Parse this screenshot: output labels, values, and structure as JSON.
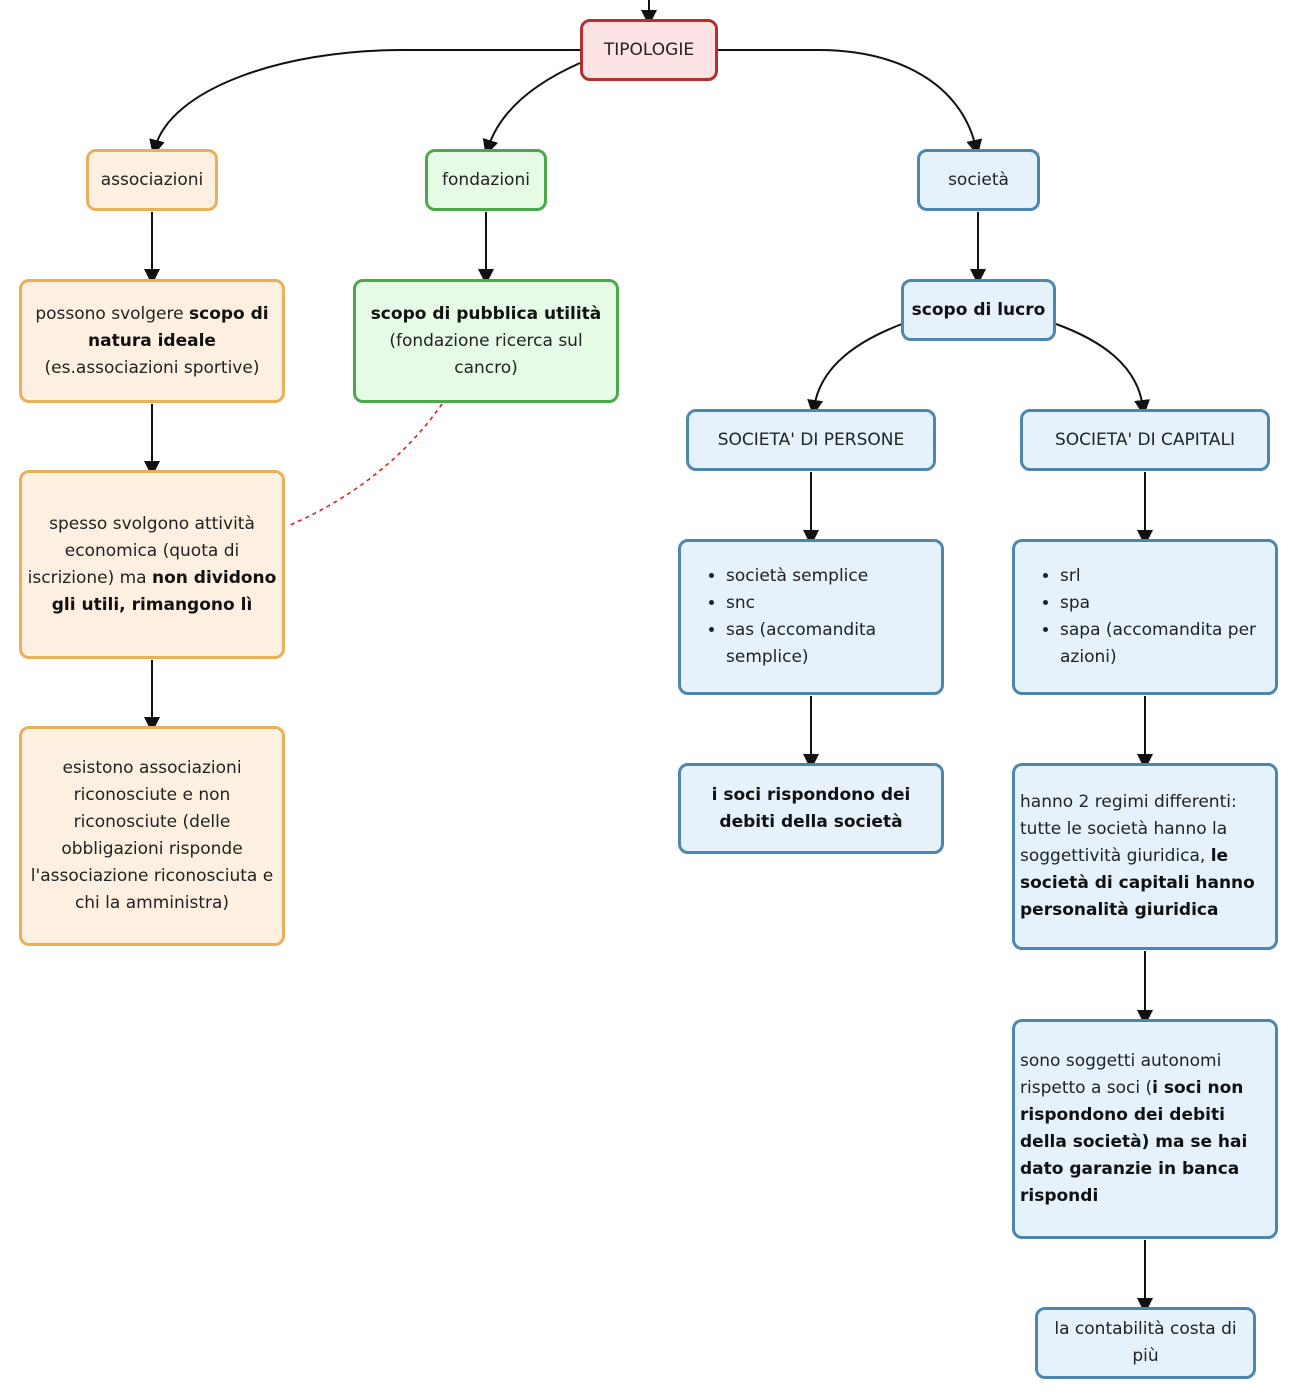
{
  "root": {
    "label": "TIPOLOGIE"
  },
  "associazioni": {
    "title": "associazioni",
    "purpose": {
      "pre": "possono svolgere ",
      "bold": "scopo di natura ideale",
      "post": "(es.associazioni sportive)"
    },
    "activity": {
      "pre": "spesso svolgono attività economica (quota di iscrizione) ma ",
      "bold": "non dividono gli utili, rimangono lì"
    },
    "recognition": "esistono associazioni riconosciute e non riconosciute (delle obbligazioni risponde l'associazione riconosciuta e chi la amministra)"
  },
  "fondazioni": {
    "title": "fondazioni",
    "purpose": {
      "bold": "scopo di pubblica utilità",
      "post": "(fondazione ricerca sul cancro)"
    }
  },
  "societa": {
    "title": "società",
    "purpose": "scopo di lucro",
    "persone": {
      "title": "SOCIETA' DI PERSONE",
      "types": [
        "società semplice",
        "snc",
        "sas (accomandita semplice)"
      ],
      "liability": "i soci rispondono dei debiti della società"
    },
    "capitali": {
      "title": "SOCIETA' DI CAPITALI",
      "types": [
        "srl",
        "spa",
        "sapa (accomandita per azioni)"
      ],
      "regimes": {
        "pre": "hanno 2 regimi differenti: tutte le società hanno la soggettività giuridica, ",
        "bold": "le società di capitali hanno personalità giuridica"
      },
      "autonomy": {
        "pre": "sono soggetti autonomi rispetto a soci  (",
        "bold": "i soci non rispondono dei debiti della società) ma se hai dato garanzie in banca rispondi"
      },
      "accounting": "la contabilità costa di più"
    }
  },
  "colors": {
    "root_border": "#b3302d",
    "root_fill": "#fde3e3",
    "assoc_border": "#e8b05a",
    "assoc_fill": "#fdf0e0",
    "fond_border": "#4ca84c",
    "fond_fill": "#e6fbe6",
    "soc_border": "#4d86ae",
    "soc_fill": "#e5f2fc",
    "link_dashed": "#e02020"
  }
}
